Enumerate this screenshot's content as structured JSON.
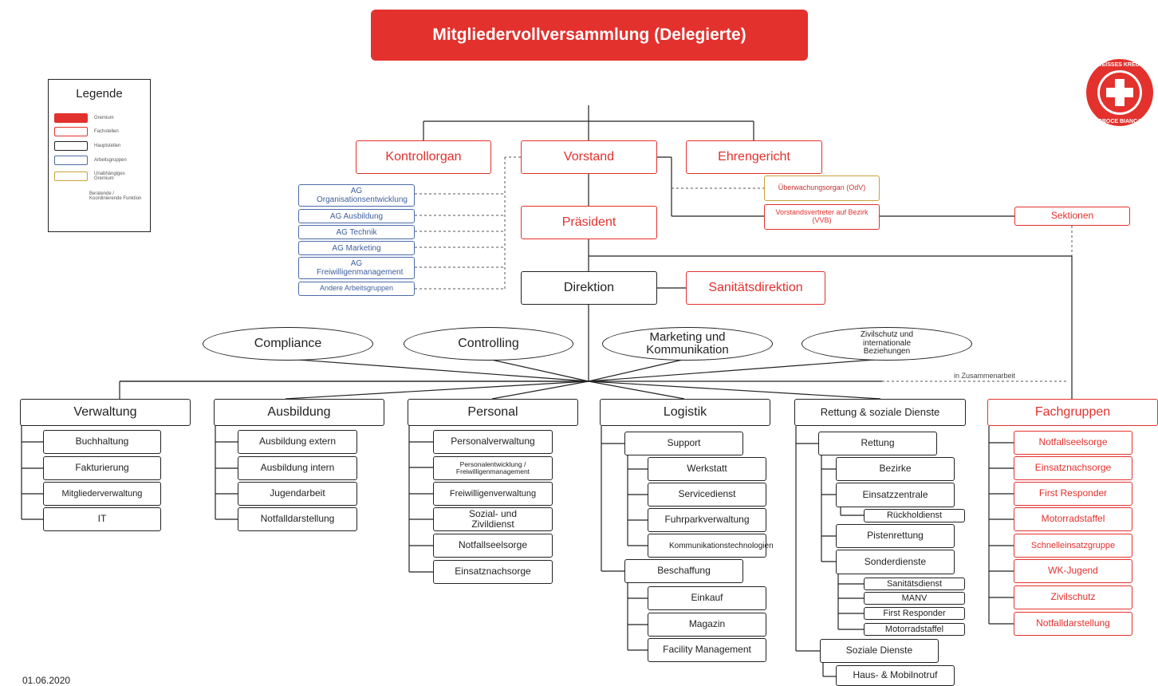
{
  "title": "Mitgliedervollversammlung (Delegierte)",
  "date": "01.06.2020",
  "colors": {
    "red": "#e3312d",
    "black": "#222222",
    "blue": "#4a6aa8",
    "gold": "#c9a23a"
  },
  "legend": {
    "title": "Legende",
    "items": [
      "Gremium",
      "Fachstellen",
      "Hauptstellen",
      "Arbeitsgruppen",
      "Unabhängiges Gremium",
      "Beratende / Koordinierende Funktion"
    ]
  },
  "logo": {
    "name": "WEISSES KREUZ",
    "name_it": "CROCE BIANCA"
  },
  "top": {
    "kontrollorgan": "Kontrollorgan",
    "vorstand": "Vorstand",
    "ehrengericht": "Ehrengericht",
    "praesident": "Präsident",
    "direktion": "Direktion",
    "sanitaetsdirektion": "Sanitätsdirektion",
    "odv": "Überwachungsorgan (OdV)",
    "vvb": "Vorstandsvertreter auf Bezirk (VVB)",
    "sektionen": "Sektionen",
    "zusammenarbeit": "in Zusammenarbeit"
  },
  "ags": [
    "AG Organisationsentwicklung",
    "AG Ausbildung",
    "AG Technik",
    "AG Marketing",
    "AG Freiwilligenmanagement",
    "Andere Arbeitsgruppen"
  ],
  "staff": [
    "Compliance",
    "Controlling",
    "Marketing und Kommunikation",
    "Zivilschutz und internationale Beziehungen"
  ],
  "depts": {
    "verwaltung": {
      "title": "Verwaltung",
      "items": [
        "Buchhaltung",
        "Fakturierung",
        "Mitgliederverwaltung",
        "IT"
      ]
    },
    "ausbildung": {
      "title": "Ausbildung",
      "items": [
        "Ausbildung extern",
        "Ausbildung intern",
        "Jugendarbeit",
        "Notfalldarstellung"
      ]
    },
    "personal": {
      "title": "Personal",
      "items": [
        "Personalverwaltung",
        "Personalentwicklung / Freiwilligenmanagement",
        "Freiwilligenverwaltung",
        "Sozial- und Zivildienst",
        "Notfallseelsorge",
        "Einsatznachsorge"
      ]
    },
    "logistik": {
      "title": "Logistik",
      "support": "Support",
      "support_items": [
        "Werkstatt",
        "Servicedienst",
        "Fuhrparkverwaltung",
        "Kommunikationstechnologien"
      ],
      "beschaffung": "Beschaffung",
      "beschaffung_items": [
        "Einkauf",
        "Magazin",
        "Facility Management"
      ]
    },
    "rettung": {
      "title": "Rettung & soziale Dienste",
      "rettung": "Rettung",
      "rettung_items": [
        "Bezirke",
        "Einsatzzentrale",
        "Pistenrettung",
        "Sonderdienste"
      ],
      "rueckholdienst": "Rückholdienst",
      "sonder_items": [
        "Sanitätsdienst",
        "MANV",
        "First Responder",
        "Motorradstaffel"
      ],
      "soziale": "Soziale Dienste",
      "soziale_items": [
        "Haus- & Mobilnotruf"
      ]
    },
    "fachgruppen": {
      "title": "Fachgruppen",
      "items": [
        "Notfallseelsorge",
        "Einsatznachsorge",
        "First Responder",
        "Motorradstaffel",
        "Schnelleinsatzgruppe",
        "WK-Jugend",
        "Zivilschutz",
        "Notfalldarstellung"
      ]
    }
  }
}
